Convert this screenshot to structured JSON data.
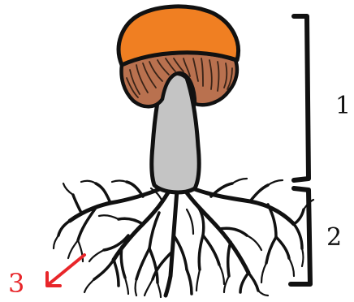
{
  "diagram": {
    "labels": {
      "fruiting_body": "1",
      "mycelium": "2",
      "arrow_label": "3"
    },
    "colors": {
      "cap": "#f07f22",
      "gills": "#b9714f",
      "gill_lines": "#3a2418",
      "stem": "#c4c4c4",
      "outline": "#111111",
      "roots": "#111111",
      "arrow": "#e8262a"
    }
  }
}
